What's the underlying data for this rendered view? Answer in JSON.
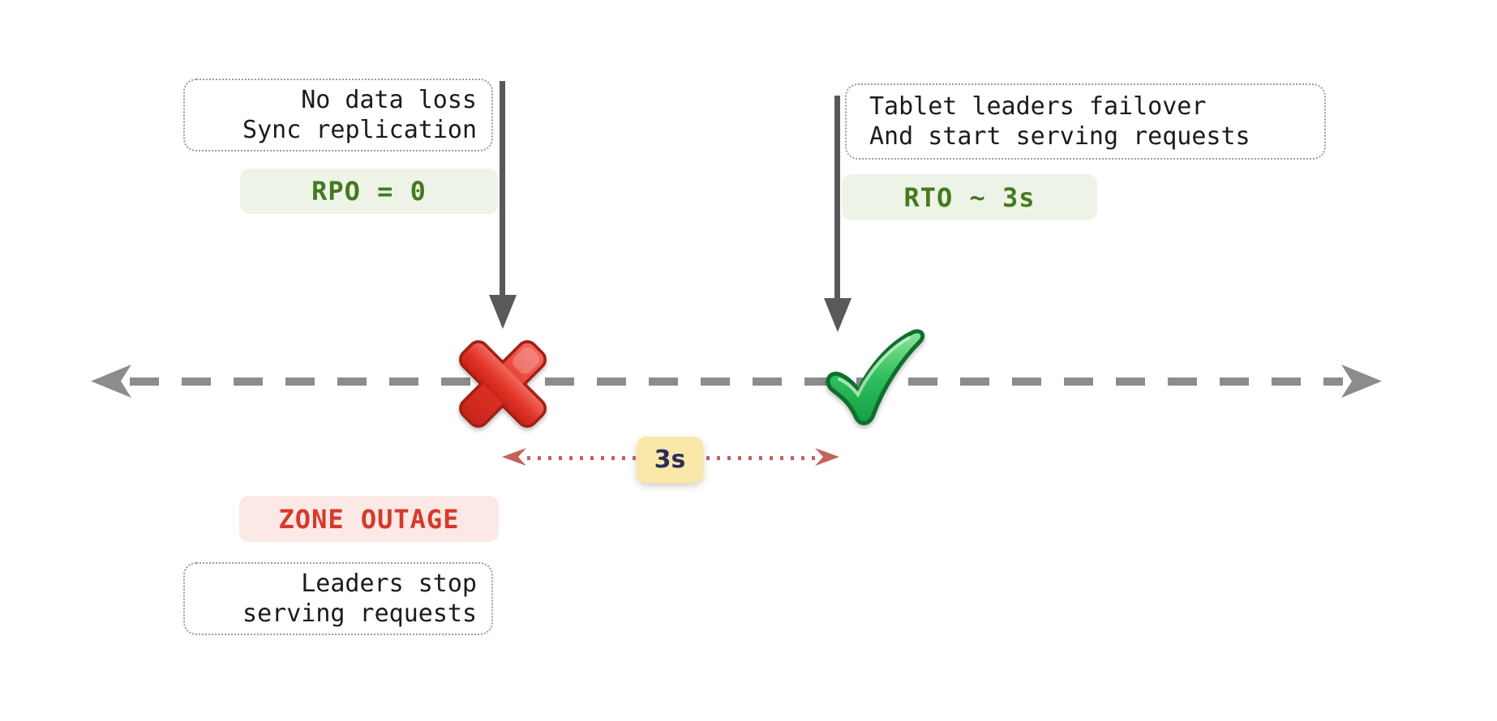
{
  "page": {
    "type": "timeline-diagram",
    "background": "#ffffff"
  },
  "colors": {
    "note_border": "#9b9b9b",
    "note_text": "#1b1b1b",
    "green_badge_bg": "#edf4e7",
    "green_badge_text": "#45791f",
    "red_badge_bg": "#fce8e4",
    "red_badge_text": "#d6392b",
    "yellow_badge_bg": "#fae8a9",
    "yellow_badge_text": "#2b2e5e",
    "pointer_arrow": "#58595b",
    "timeline": "#8c8c8c",
    "duration_arrow": "#c4625c",
    "cross_mark": "#d8281c",
    "check_mark": "#23b456"
  },
  "notes": {
    "sync": {
      "lines": [
        "No data loss",
        "Sync replication"
      ]
    },
    "failover": {
      "lines": [
        "Tablet leaders failover",
        "And start serving requests"
      ]
    },
    "leaders_stop": {
      "lines": [
        "Leaders stop",
        "serving requests"
      ]
    }
  },
  "badges": {
    "rpo": "RPO = 0",
    "rto": "RTO ~ 3s",
    "duration": "3s",
    "zone_outage": "ZONE OUTAGE"
  },
  "icons": {
    "outage": "cross-mark-icon",
    "recovery": "check-mark-icon",
    "event_pointers": "arrow-down-icon",
    "timeline_ends": [
      "arrow-left-icon",
      "arrow-right-icon"
    ],
    "duration_span": "dotted-double-arrow-icon"
  }
}
